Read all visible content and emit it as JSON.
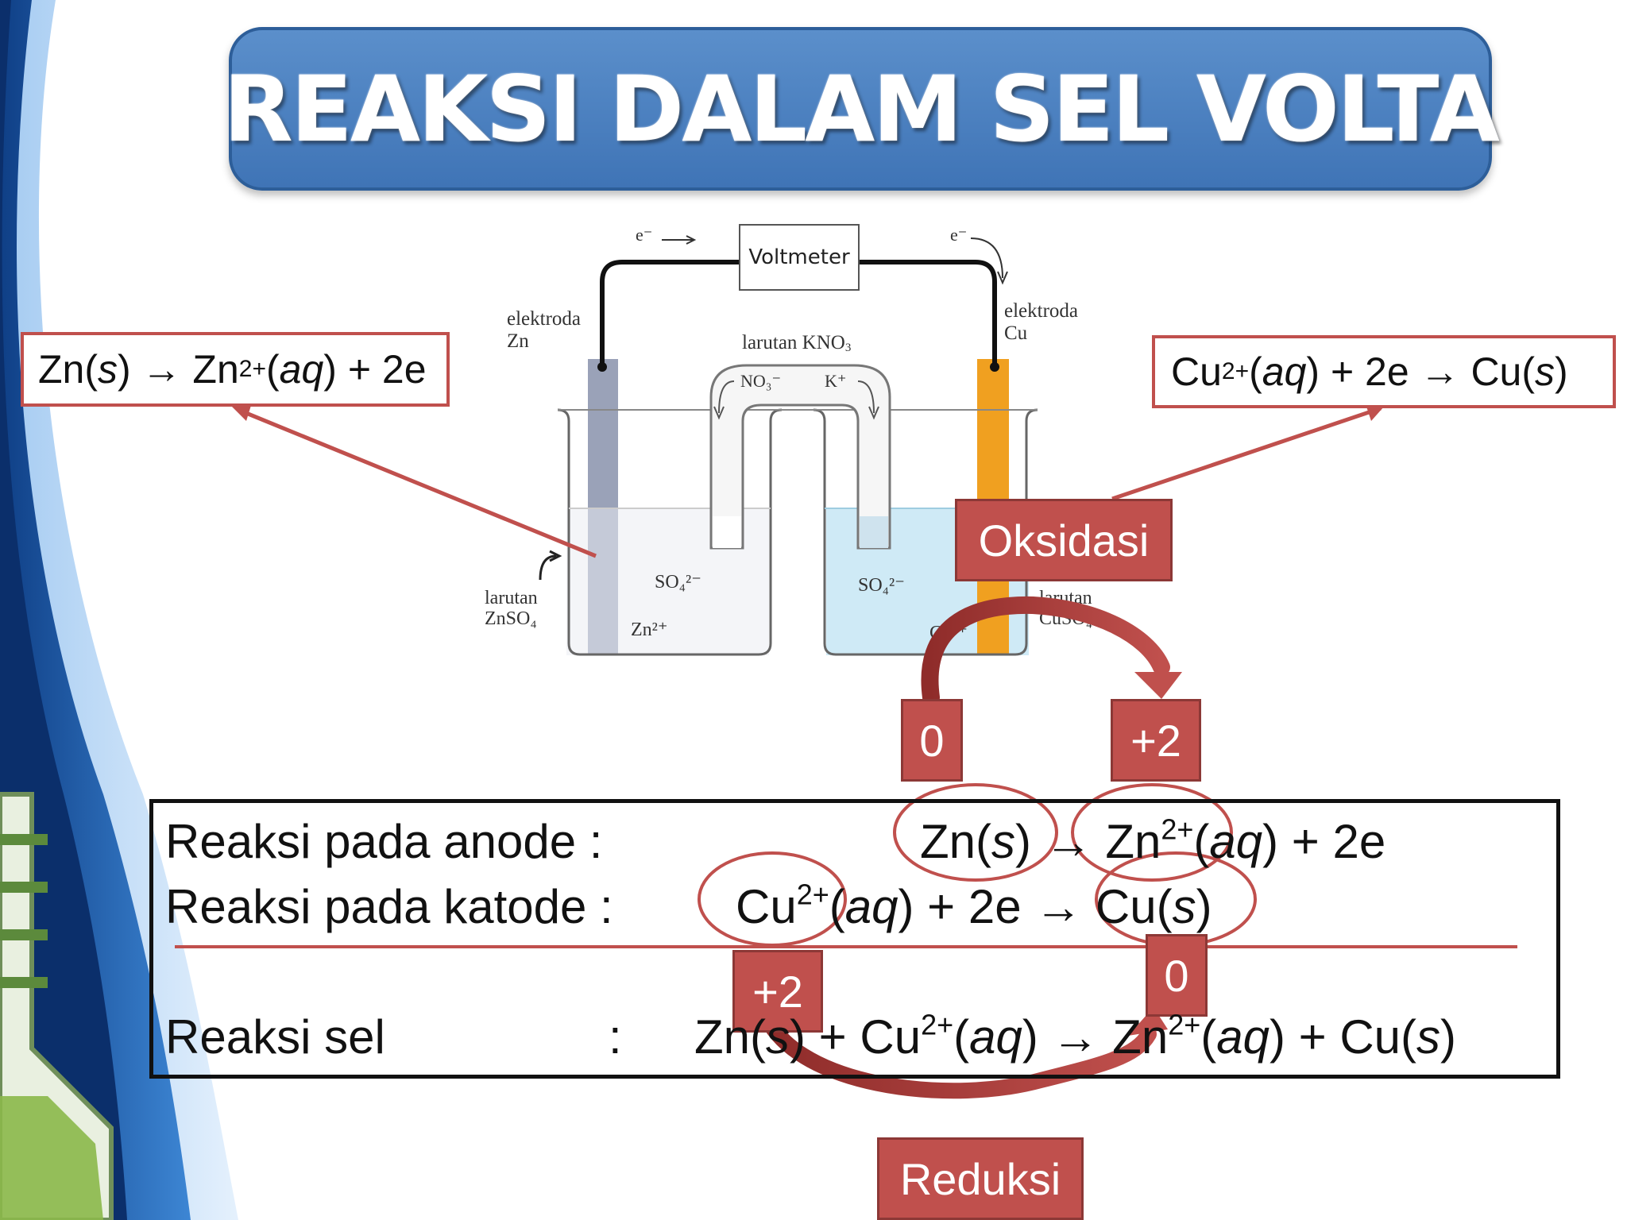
{
  "title": "REAKSI DALAM SEL VOLTA",
  "callout_left": {
    "p1": "Zn(",
    "s": "s",
    "p2": ") → Zn",
    "sup": "2+",
    "p3": "(",
    "aq": "aq",
    "p4": ") + 2e"
  },
  "callout_right": {
    "p1": "Cu",
    "sup": "2+",
    "p2": "(",
    "aq": "aq",
    "p3": ")  + 2e → Cu(",
    "s": "s",
    "p4": ")"
  },
  "diagram": {
    "voltmeter": "Voltmeter",
    "e_left": "e⁻",
    "e_right": "e⁻",
    "elektroda_zn": [
      "elektroda",
      "Zn"
    ],
    "elektroda_cu": [
      "elektroda",
      "Cu"
    ],
    "salt_bridge": "larutan KNO",
    "salt_bridge_sub": "3",
    "no3": "NO₃⁻",
    "k": "K⁺",
    "so4_left": "SO₄²⁻",
    "so4_right": "SO₄²⁻",
    "zn_ion": "Zn²⁺",
    "cu_ion": "Cu²⁺",
    "larutan_znso4": [
      "larutan",
      "ZnSO₄"
    ],
    "larutan_cuso4": [
      "larutan",
      "CuSO₄"
    ]
  },
  "oksidasi": "Oksidasi",
  "reduksi": "Reduksi",
  "ox_numbers": {
    "zn_before": "0",
    "zn_after": "+2",
    "cu_before": "+2",
    "cu_after": "0"
  },
  "equations": {
    "anode_label": "Reaksi pada anode  :",
    "katode_label": "Reaksi pada katode :",
    "sel_label": "Reaksi sel",
    "sel_colon": ":",
    "anode": {
      "p1": "Zn(",
      "s": "s",
      "p2": ") → Zn",
      "sup": "2+",
      "p3": "(",
      "aq": "aq",
      "p4": ")  + 2e"
    },
    "katode": {
      "p1": "Cu",
      "sup": "2+",
      "p2": "(",
      "aq": "aq",
      "p3": ")  + 2e → Cu(",
      "s": "s",
      "p4": ")"
    },
    "sel": {
      "p1": "Zn(",
      "s1": "s",
      "p2": ") + Cu",
      "sup1": "2+",
      "p3": "(",
      "aq1": "aq",
      "p4": ") → Zn",
      "sup2": "2+",
      "p5": "(",
      "aq2": "aq",
      "p6": ")  + Cu(",
      "s2": "s",
      "p7": ")"
    }
  },
  "colors": {
    "title_bg": "#4a80c0",
    "accent_red": "#c0504d",
    "swoosh_blue": "#1f5aa6",
    "cu_electrode": "#f0a020",
    "zn_electrode": "#9aa2b8",
    "cuso4": "#cfeaf6"
  }
}
